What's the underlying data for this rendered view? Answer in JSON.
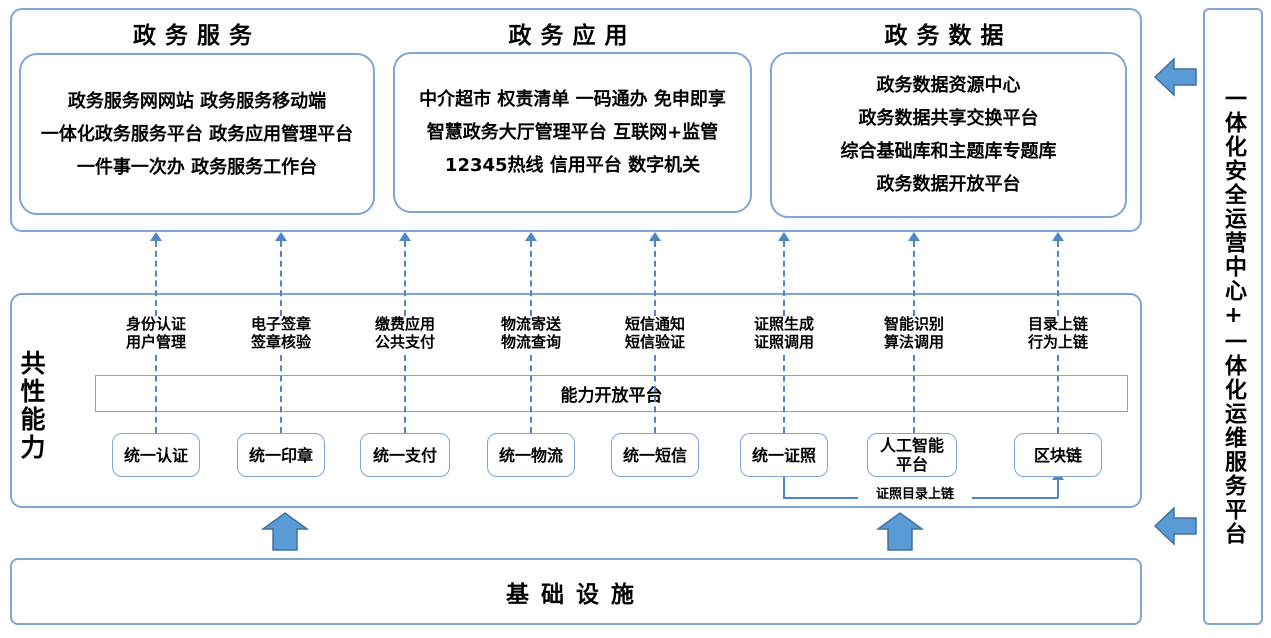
{
  "top": {
    "sections": [
      {
        "title": "政务服务",
        "lines": [
          "政务服务网网站 政务服务移动端",
          "一体化政务服务平台 政务应用管理平台",
          "一件事一次办 政务服务工作台"
        ]
      },
      {
        "title": "政务应用",
        "lines": [
          "中介超市 权责清单 一码通办 免申即享",
          "智慧政务大厅管理平台 互联网+监管",
          "12345热线 信用平台 数字机关"
        ]
      },
      {
        "title": "政务数据",
        "lines": [
          "政务数据资源中心",
          "政务数据共享交换平台",
          "综合基础库和主题库专题库",
          "政务数据开放平台"
        ]
      }
    ]
  },
  "middle": {
    "side_label": "共性能力",
    "platform_bar": "能力开放平台",
    "connector_label": "证照目录上链",
    "columns": [
      {
        "label_line1": "身份认证",
        "label_line2": "用户管理",
        "box_line1": "统一认证"
      },
      {
        "label_line1": "电子签章",
        "label_line2": "签章核验",
        "box_line1": "统一印章"
      },
      {
        "label_line1": "缴费应用",
        "label_line2": "公共支付",
        "box_line1": "统一支付"
      },
      {
        "label_line1": "物流寄送",
        "label_line2": "物流查询",
        "box_line1": "统一物流"
      },
      {
        "label_line1": "短信通知",
        "label_line2": "短信验证",
        "box_line1": "统一短信"
      },
      {
        "label_line1": "证照生成",
        "label_line2": "证照调用",
        "box_line1": "统一证照"
      },
      {
        "label_line1": "智能识别",
        "label_line2": "算法调用",
        "box_line1": "人工智能",
        "box_line2": "平台"
      },
      {
        "label_line1": "目录上链",
        "label_line2": "行为上链",
        "box_line1": "区块链"
      }
    ]
  },
  "bottom": {
    "title": "基础设施"
  },
  "right_panel": {
    "text": "一体化安全运营中心+一体化运维服务平台"
  },
  "colors": {
    "border_blue": "#7FA6D6",
    "dash_blue": "#4E87C8",
    "arrow_fill": "#5B9BD5",
    "arrow_stroke": "#41719C",
    "text": "#000000"
  }
}
